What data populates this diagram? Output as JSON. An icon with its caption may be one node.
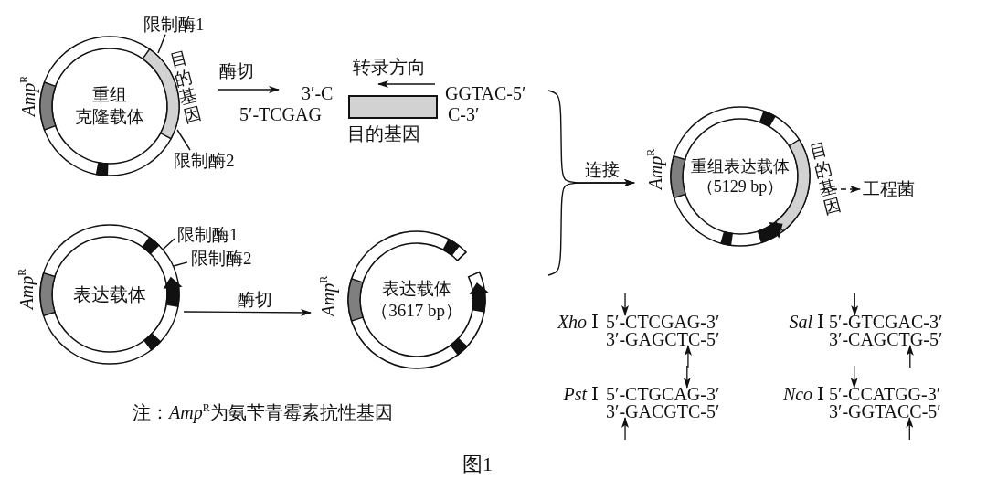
{
  "diagram": {
    "caption": "图1",
    "nodes": [
      {
        "text": [
          "重组克隆载体"
        ],
        "beside": [
          "*Amp*$^{R}$",
          "目的基因"
        ]
      },
      {
        "text": [
          "限制酶1"
        ]
      },
      {
        "text": [
          "限制酶2"
        ]
      },
      {
        "text": [
          "目的基因"
        ],
        "beside": [
          "转录方向",
          "3′-C",
          "5′-TCGAG",
          "GGTAC-5′",
          "C-3′"
        ]
      },
      {
        "text": [
          "重组表达载体",
          "（5129 bp）"
        ],
        "beside": [
          "*Amp*$^{R}$",
          "目的基因"
        ]
      },
      {
        "text": [
          "工程菌"
        ]
      },
      {
        "text": [
          "表达载体"
        ],
        "beside": [
          "*Amp*$^{R}$"
        ]
      },
      {
        "text": [
          "限制酶1"
        ]
      },
      {
        "text": [
          "限制酶2"
        ]
      },
      {
        "text": [
          "表达载体",
          "（3617 bp）"
        ],
        "beside": [
          "*Amp*$^{R}$"
        ]
      }
    ],
    "edges": [
      {
        "from": 0,
        "to": 3,
        "arrow": "to",
        "label": "酶切"
      },
      {
        "from": 1,
        "to": 0,
        "arrow": "none"
      },
      {
        "from": 2,
        "to": 0,
        "arrow": "none"
      },
      {
        "from": 3,
        "to": 4,
        "arrow": "to",
        "label": "连接"
      },
      {
        "from": null,
        "to": 4,
        "arrow": "to"
      },
      {
        "from": 4,
        "to": 5,
        "arrow": "to",
        "style": "dashed"
      },
      {
        "from": 7,
        "to": 6,
        "arrow": "none"
      },
      {
        "from": 8,
        "to": 6,
        "arrow": "none"
      },
      {
        "from": 6,
        "to": 9,
        "arrow": "to",
        "label": "酶切"
      }
    ],
    "labels": [
      "*Xho* Ⅰ",
      "5′-CTCGAG-3′",
      "*Sal* Ⅰ",
      "5′-GTCGAC-3′",
      "3′-GAGCTC-5′",
      "3′-CAGCTG-5′",
      "*Pst* Ⅰ",
      "5′-CTGCAG-3′",
      "*Nco* Ⅰ",
      "5′-CCATGG-3′",
      "3′-GACGTC-5′",
      "3′-GGTACC-5′",
      "注：*Amp*$^{R}$为氨苄青霉素抗性基因"
    ]
  }
}
